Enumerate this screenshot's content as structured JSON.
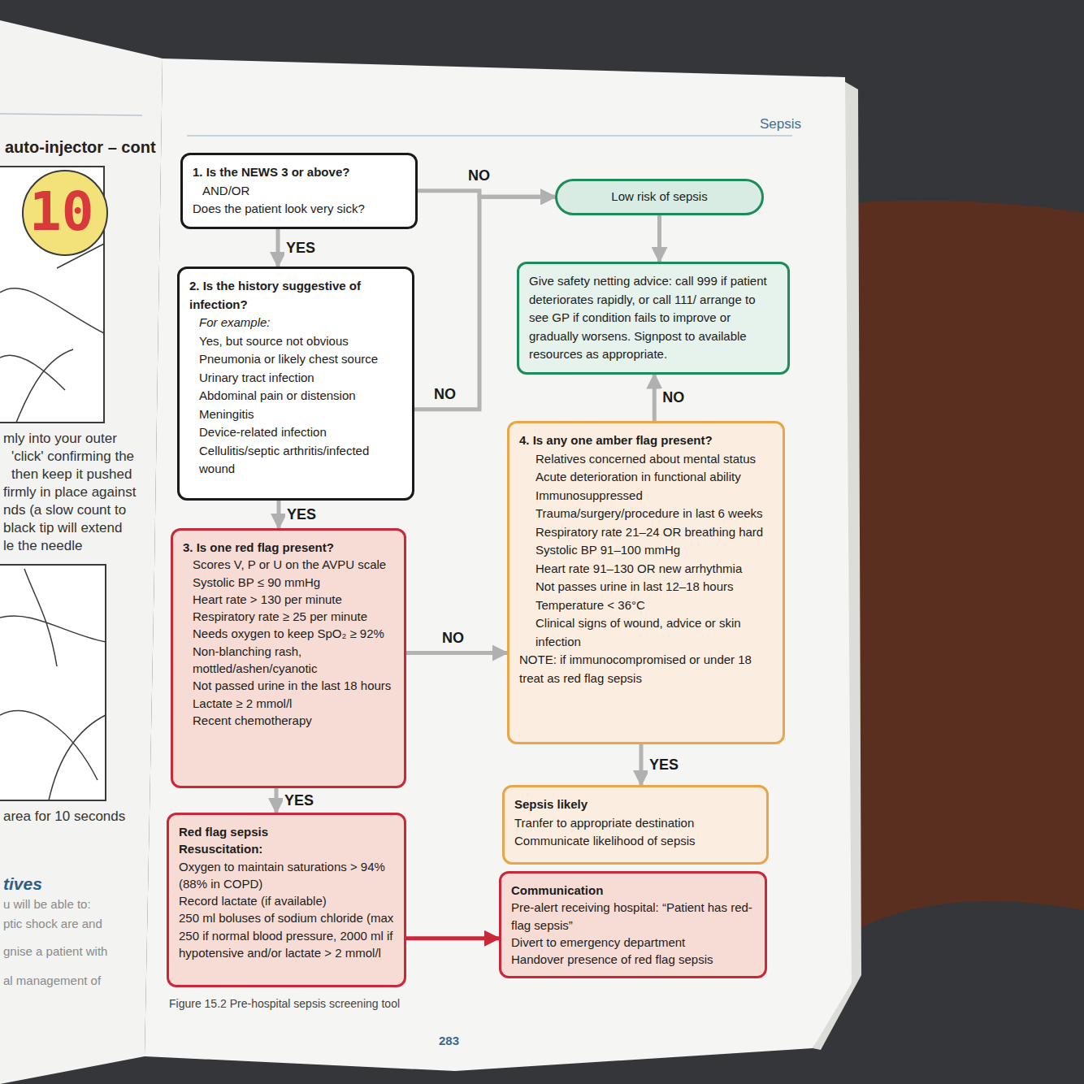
{
  "diagram": {
    "caption": "Figure 15.2 Pre-hospital sepsis screening tool",
    "nodes": [
      {
        "text": [
          "1. Is the NEWS 3 or above?",
          "AND/OR",
          "Does the patient look very sick?"
        ]
      },
      {
        "text": [
          "2. Is the history suggestive of infection?",
          "For example:",
          "Yes, but source not obvious",
          "Pneumonia or likely chest source",
          "Urinary tract infection",
          "Abdominal pain or distension",
          "Meningitis",
          "Device-related infection",
          "Cellulitis/septic arthritis/infected wound"
        ]
      },
      {
        "text": [
          "3. Is one red flag present?",
          "Scores V, P or U on the AVPU scale",
          "Systolic BP ≤ 90 mmHg",
          "Heart rate > 130 per minute",
          "Respiratory rate ≥ 25 per minute",
          "Needs oxygen to keep SpO₂ ≥ 92%",
          "Non-blanching rash, mottled/ashen/cyanotic",
          "Not passed urine in the last 18 hours",
          "Lactate ≥ 2 mmol/l",
          "Recent chemotherapy"
        ]
      },
      {
        "text": [
          "Red flag sepsis",
          "Resuscitation:",
          "Oxygen to maintain saturations > 94% (88% in COPD)",
          "Record lactate (if available)",
          "250 ml boluses of sodium chloride (max 250 if normal blood pressure, 2000 ml if hypotensive and/or lactate > 2 mmol/l"
        ]
      },
      {
        "text": [
          "Low risk of sepsis"
        ]
      },
      {
        "text": [
          "Give safety netting advice: call 999 if patient deteriorates rapidly, or call 111/ arrange to see GP if condition fails to improve or gradually worsens. Signpost to available resources as appropriate."
        ]
      },
      {
        "text": [
          "4. Is any one amber flag present?",
          "Relatives concerned about mental status",
          "Acute deterioration in functional ability",
          "Immunosuppressed",
          "Trauma/surgery/procedure in last 6 weeks",
          "Respiratory rate 21–24 OR breathing hard",
          "Systolic BP 91–100 mmHg",
          "Heart rate 91–130 OR new arrhythmia",
          "Not passes urine in last 12–18 hours",
          "Temperature < 36°C",
          "Clinical signs of wound, advice or skin infection",
          "NOTE: if immunocompromised or under 18 treat as red flag sepsis"
        ]
      },
      {
        "text": [
          "Sepsis likely",
          "Tranfer to appropriate destination",
          "Communicate likelihood of sepsis"
        ]
      },
      {
        "text": [
          "Communication",
          "Pre-alert receiving hospital: “Patient has red-flag sepsis”",
          "Divert to emergency department",
          "Handover presence of red flag sepsis"
        ]
      }
    ],
    "edges": [
      {
        "from": 0,
        "to": 1,
        "label": "YES",
        "arrow": "to"
      },
      {
        "from": 0,
        "to": 4,
        "label": "NO",
        "arrow": "to"
      },
      {
        "from": 1,
        "to": 4,
        "label": "NO",
        "arrow": "to"
      },
      {
        "from": 1,
        "to": 2,
        "label": "YES",
        "arrow": "to"
      },
      {
        "from": 2,
        "to": 6,
        "label": "NO",
        "arrow": "to"
      },
      {
        "from": 2,
        "to": 3,
        "label": "YES",
        "arrow": "to"
      },
      {
        "from": 6,
        "to": 5,
        "label": "NO",
        "arrow": "to"
      },
      {
        "from": 6,
        "to": 7,
        "label": "YES",
        "arrow": "to"
      },
      {
        "from": 4,
        "to": 5,
        "arrow": "to"
      },
      {
        "from": 3,
        "to": 8,
        "arrow": "to"
      }
    ],
    "labels": [
      "auto-injector – cont",
      "10",
      "mly into your outer",
      "'click' confirming the",
      "then keep it pushed",
      "firmly in place against",
      "nds (a slow count to",
      "black tip will extend",
      "le the needle",
      "area for 10 seconds",
      "tives",
      "u will be able to:",
      "ptic shock are and",
      "gnise a patient with",
      "al management of",
      "Sepsis",
      "283"
    ]
  }
}
